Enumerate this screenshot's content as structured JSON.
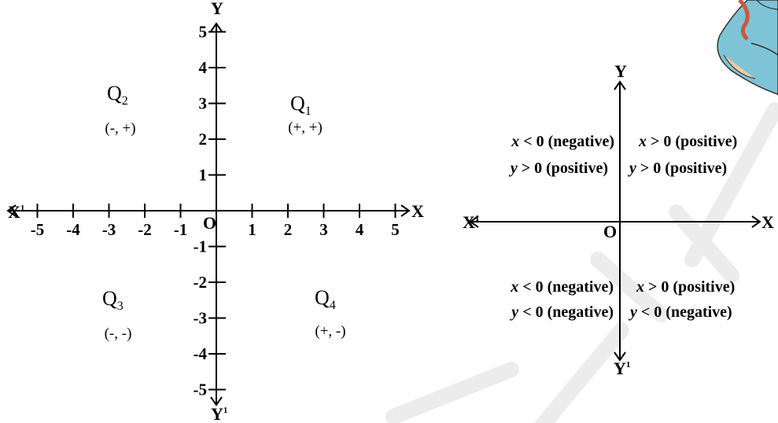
{
  "left_diagram": {
    "axis_labels": {
      "x": "X",
      "x_neg": "X",
      "y": "Y",
      "y_neg": "Y",
      "prime": "1"
    },
    "origin": "O",
    "x_ticks": [
      "-5",
      "-4",
      "-3",
      "-2",
      "-1",
      "1",
      "2",
      "3",
      "4",
      "5"
    ],
    "y_ticks": [
      "5",
      "4",
      "3",
      "2",
      "1",
      "-1",
      "-2",
      "-3",
      "-4",
      "-5"
    ],
    "quadrants": {
      "q1": {
        "letter": "Q",
        "sub": "1",
        "sign": "(+, +)"
      },
      "q2": {
        "letter": "Q",
        "sub": "2",
        "sign": "(-, +)"
      },
      "q3": {
        "letter": "Q",
        "sub": "3",
        "sign": "(-, -)"
      },
      "q4": {
        "letter": "Q",
        "sub": "4",
        "sign": "(+, -)"
      }
    }
  },
  "right_diagram": {
    "axis_labels": {
      "x": "X",
      "x_neg": "X",
      "y": "Y",
      "y_neg": "Y",
      "prime": "1"
    },
    "origin": "O",
    "quadrants": {
      "q1": {
        "var1": "x",
        "line1": " > 0 (positive)",
        "var2": "y",
        "line2": " > 0 (positive)"
      },
      "q2": {
        "var1": "x",
        "line1": " < 0 (negative)",
        "var2": "y",
        "line2": " > 0 (positive)"
      },
      "q3": {
        "var1": "x",
        "line1": " < 0 (negative)",
        "var2": "y",
        "line2": " < 0 (negative)"
      },
      "q4": {
        "var1": "x",
        "line1": " > 0 (positive)",
        "var2": "y",
        "line2": " < 0 (negative)"
      }
    }
  },
  "decoration": {
    "illustration": "cartoon-girl-corner",
    "watermark_color": "#eaeaea"
  }
}
